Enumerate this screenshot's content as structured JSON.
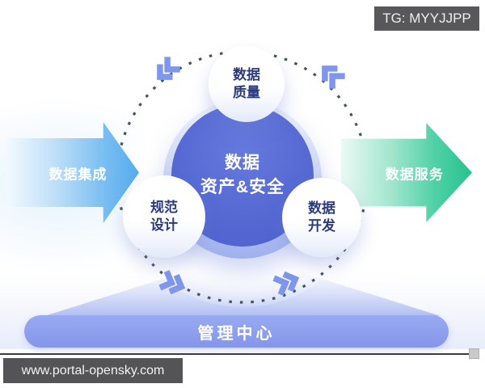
{
  "badges": {
    "tg": "TG: MYYJJPP",
    "site": "www.portal-opensky.com"
  },
  "flows": {
    "input": "数据集成",
    "output": "数据服务"
  },
  "core": {
    "line1": "数据",
    "line2": "资产&安全"
  },
  "bubbles": {
    "quality": {
      "line1": "数据",
      "line2": "质量"
    },
    "design": {
      "line1": "规范",
      "line2": "设计"
    },
    "develop": {
      "line1": "数据",
      "line2": "开发"
    }
  },
  "bottom": {
    "label": "管理中心"
  },
  "colors": {
    "core_blue": "#5a6ed6",
    "ring_blue": "#a9b7ee",
    "bubble_text_navy": "#2c3a7e",
    "pill_blue": "#8b9cee",
    "arrow_in_blue": "#55abee",
    "arrow_out_green": "#27c28e",
    "chevron_blue": "#7e96ec",
    "dash_gray": "#4a5364",
    "badge_gray": "#58585a"
  }
}
